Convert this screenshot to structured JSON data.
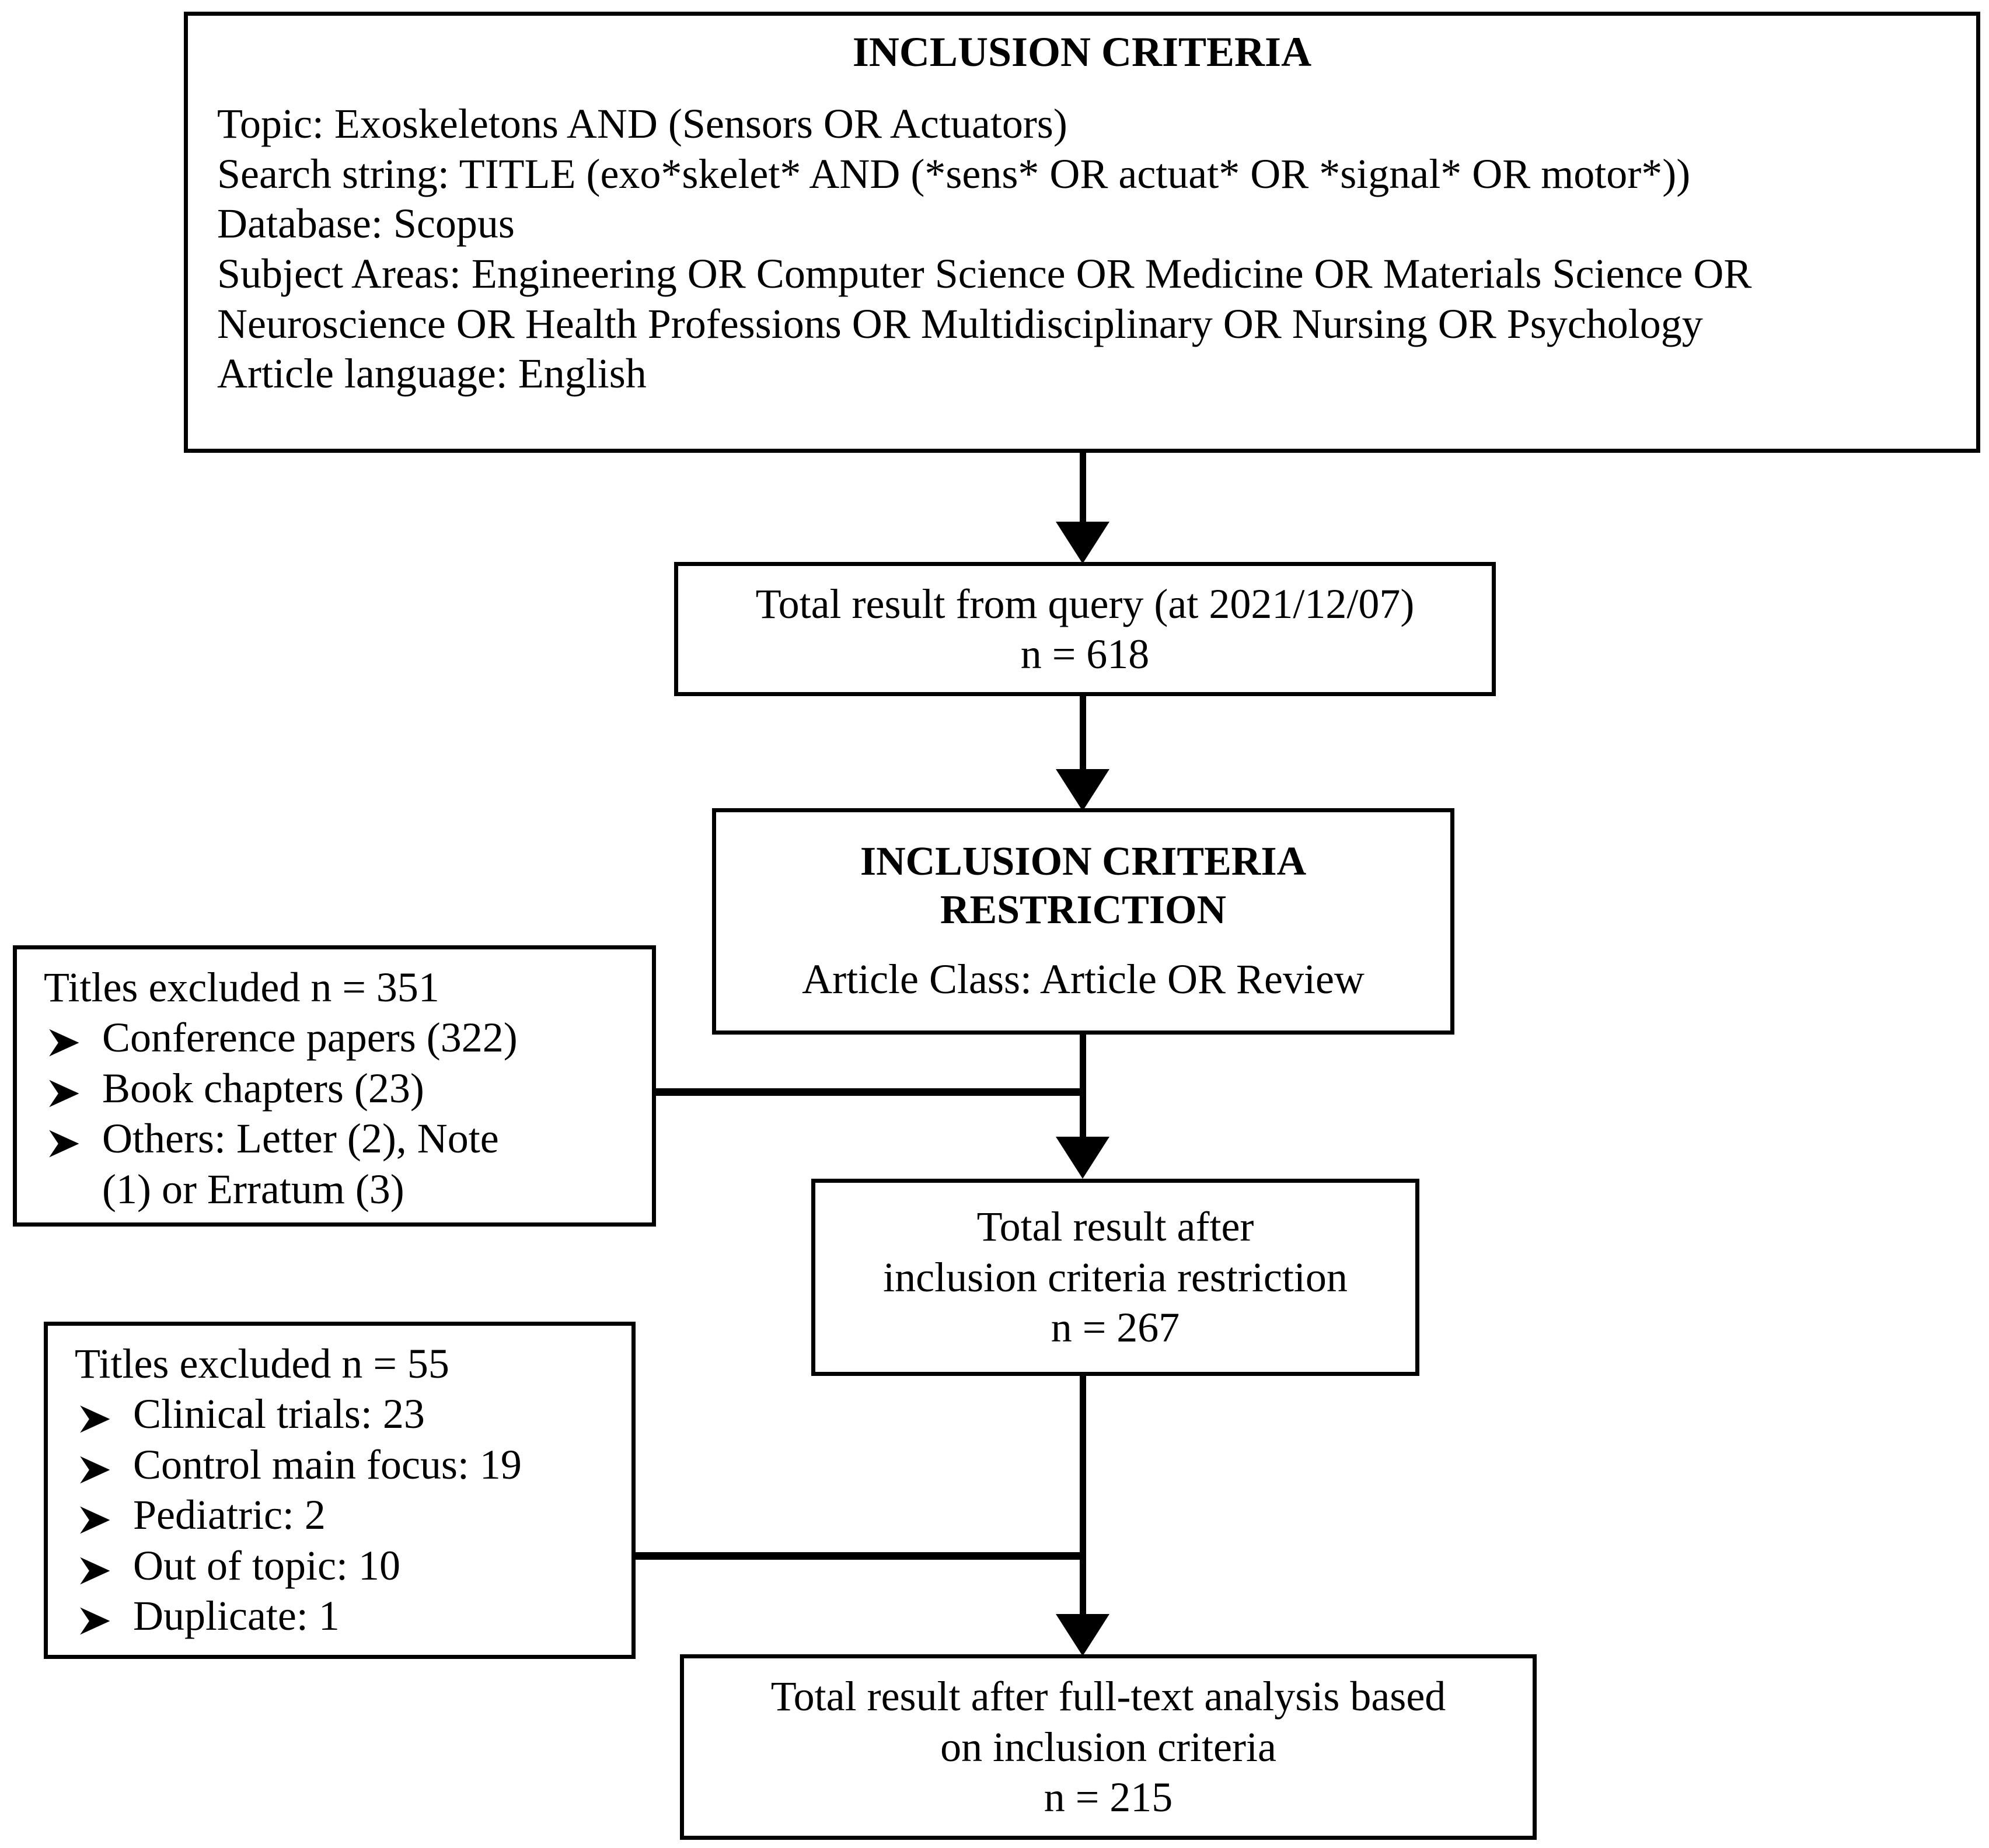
{
  "boxes": {
    "inclusion_criteria": {
      "title": "INCLUSION CRITERIA",
      "lines": [
        "Topic: Exoskeletons  AND (Sensors OR Actuators)",
        "Search string: TITLE (exo*skelet* AND (*sens* OR actuat* OR *signal* OR motor*))",
        "Database: Scopus",
        "Subject Areas: Engineering OR Computer Science OR Medicine OR Materials Science OR",
        "Neuroscience OR Health Professions OR Multidisciplinary OR Nursing OR Psychology",
        "Article language: English"
      ]
    },
    "total_from_query": {
      "line1": "Total result from query (at 2021/12/07)",
      "line2": "n = 618"
    },
    "criteria_restriction": {
      "title_line1": "INCLUSION CRITERIA",
      "title_line2": "RESTRICTION",
      "detail": "Article Class: Article OR Review"
    },
    "excluded_351": {
      "heading": "Titles excluded n = 351",
      "items": [
        "Conference papers (322)",
        "Book chapters (23)",
        "Others: Letter (2), Note",
        "(1) or Erratum (3)"
      ]
    },
    "total_after_restriction": {
      "line1": "Total result after",
      "line2": "inclusion criteria restriction",
      "line3": "n = 267"
    },
    "excluded_55": {
      "heading": "Titles excluded n = 55",
      "items": [
        "Clinical trials:  23",
        "Control main focus:  19",
        "Pediatric: 2",
        "Out of topic: 10",
        "Duplicate: 1"
      ]
    },
    "total_after_fulltext": {
      "line1": "Total result after full-text analysis based",
      "line2": "on  inclusion criteria",
      "line3": "n = 215"
    }
  },
  "colors": {
    "stroke": "#000000",
    "background": "#ffffff"
  }
}
